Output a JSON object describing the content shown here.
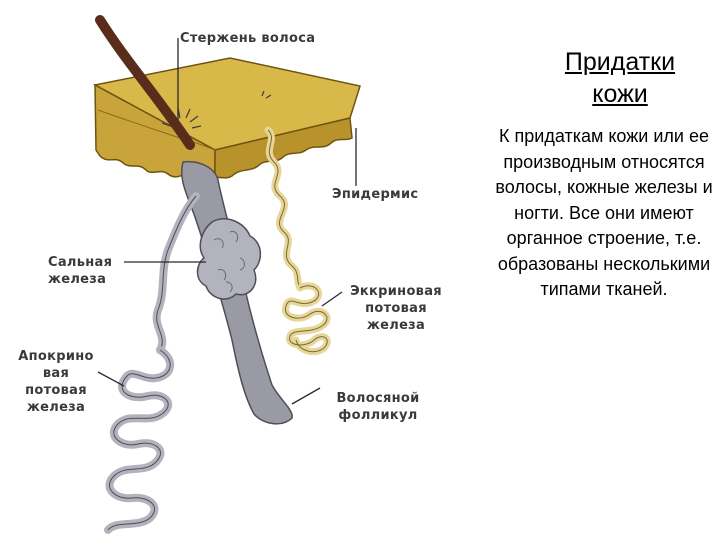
{
  "slide": {
    "title": "Придатки\nкожи",
    "body": "К придаткам кожи или ее производным относятся волосы, кожные железы и ногти. Все они имеют органное строение, т.е. образованы несколькими типами тканей."
  },
  "diagram": {
    "labels": {
      "hair_shaft": "Стержень волоса",
      "epidermis": "Эпидермис",
      "sebaceous_gland": "Сальная\nжелеза",
      "eccrine_gland": "Эккриновая\nпотовая\nжелеза",
      "apocrine_gland": "Апокрино\nвая\nпотовая\nжелеза",
      "hair_follicle": "Волосяной\nфолликул"
    }
  },
  "colors": {
    "skin": "#d9b84a",
    "skin_dark": "#c09a2c",
    "skin_edge": "#6e5410",
    "hair": "#5a2c1c",
    "follicle": "#9a9aa5",
    "gland_gray": "#b3b3bd",
    "eccrine": "#e7d69a"
  }
}
